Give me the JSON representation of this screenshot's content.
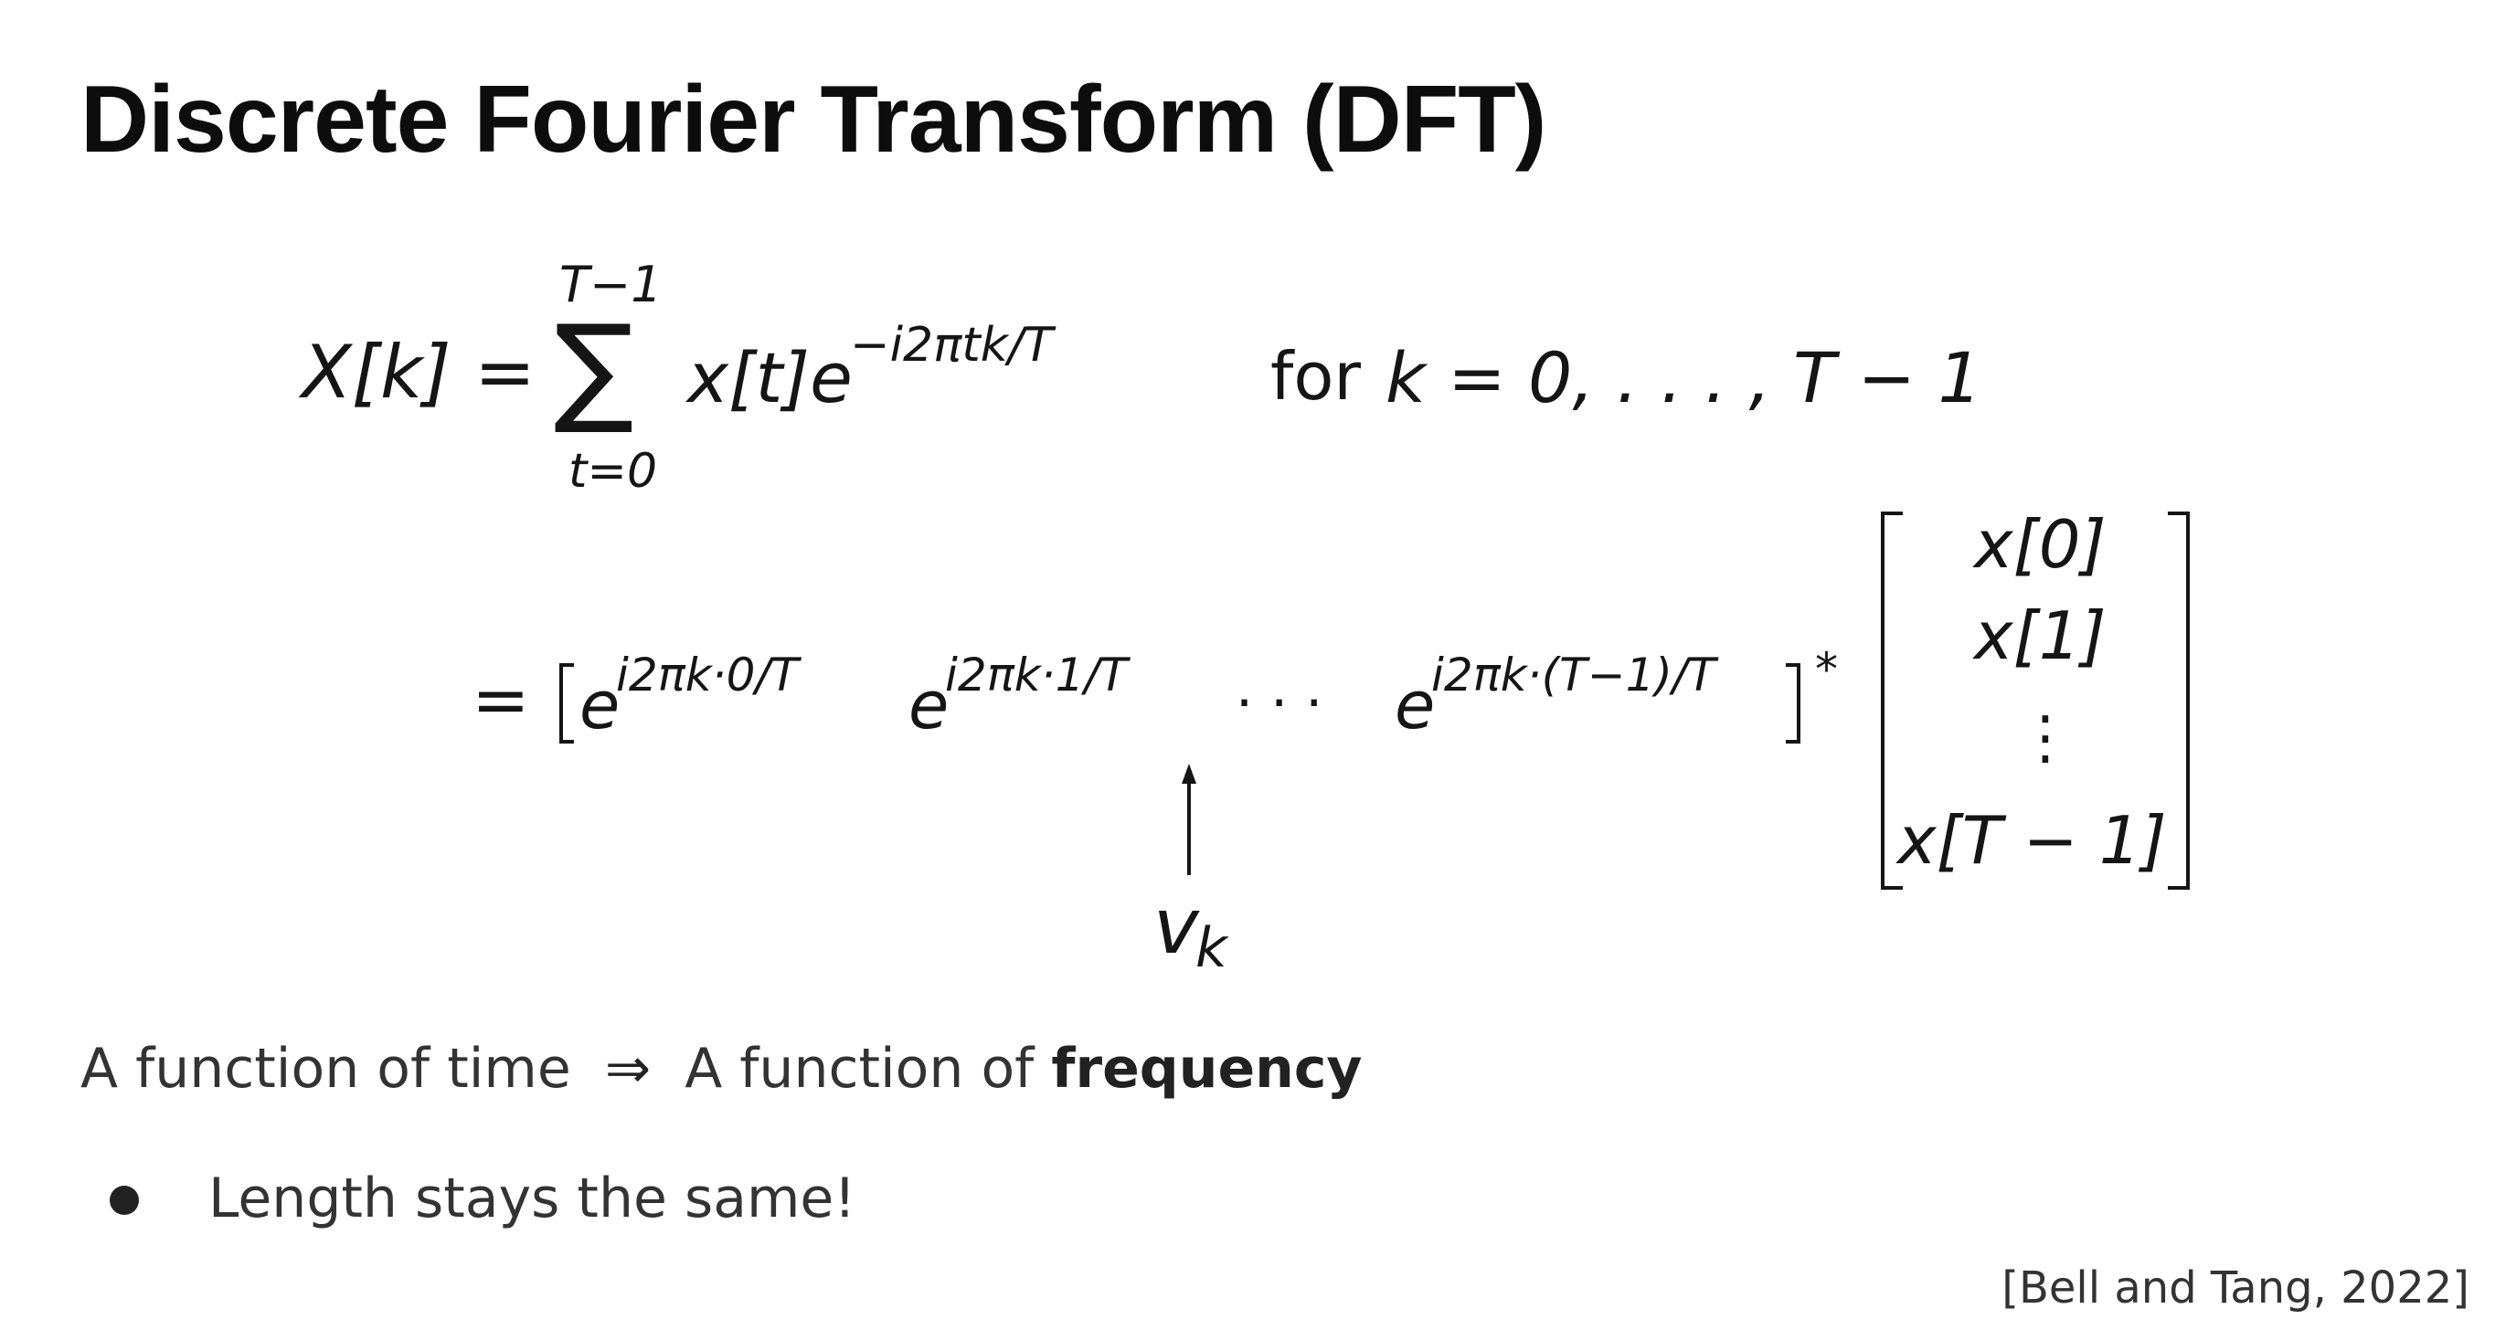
{
  "slide": {
    "title": "Discrete Fourier Transform (DFT)"
  },
  "equation": {
    "lhs": "X[k] =",
    "sum_upper": "T−1",
    "sum_symbol": "∑",
    "sum_lower": "t=0",
    "summand_base": "x[t]e",
    "summand_exponent": "−i2πtk/T",
    "for_word": "for",
    "k_range": "k = 0, . . . , T − 1",
    "second_line_equals": "=",
    "row_vector": [
      {
        "base": "e",
        "exponent": "i2πk·0/T"
      },
      {
        "base": "e",
        "exponent": "i2πk·1/T"
      },
      {
        "base": "· · ·",
        "exponent": ""
      },
      {
        "base": "e",
        "exponent": "i2πk·(T−1)/T"
      }
    ],
    "conjugate_mark": "*",
    "column_vector": [
      "x[0]",
      "x[1]",
      "⋮",
      "x[T − 1]"
    ],
    "annotation_label": "v",
    "annotation_subscript": "k"
  },
  "text": {
    "line1_before": "A function of time",
    "line1_arrow": "⇒",
    "line1_after": "A function of",
    "line1_bold": "frequency",
    "bullets": [
      "Length stays the same!"
    ]
  },
  "citation": "[Bell and Tang, 2022]",
  "colors": {
    "title": "#0d0d0d",
    "body_text": "#333333",
    "math": "#151515",
    "background": "#ffffff"
  }
}
